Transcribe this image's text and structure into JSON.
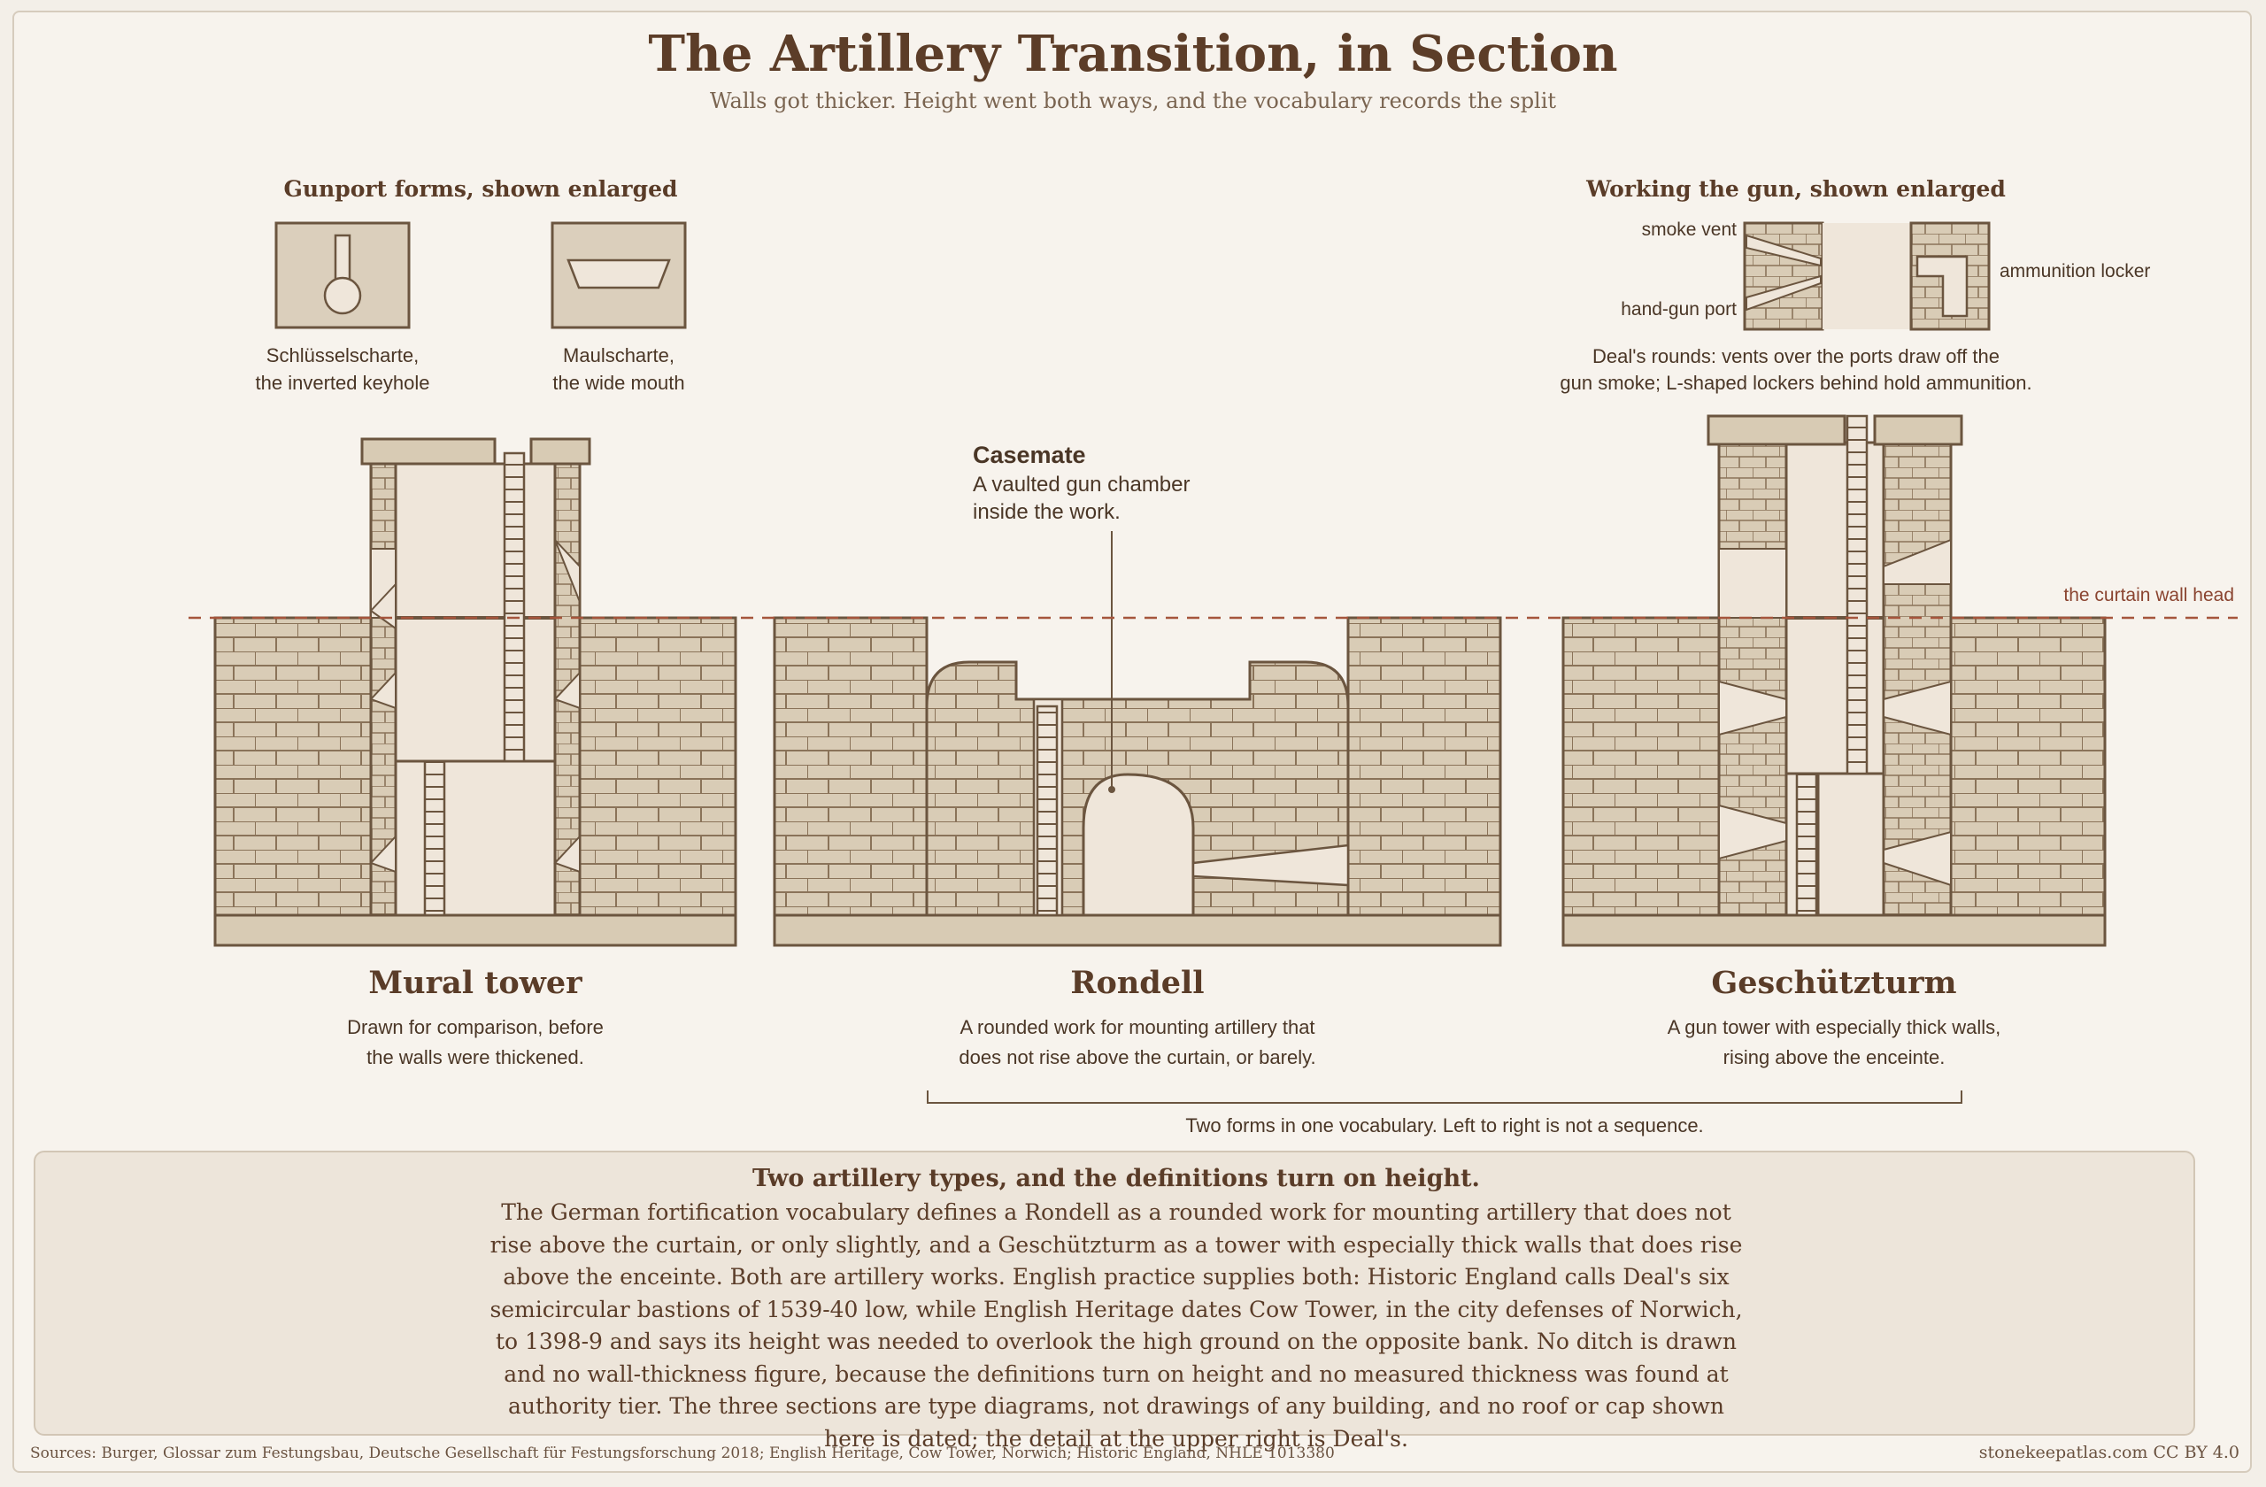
{
  "title": "The Artillery Transition, in Section",
  "subtitle": "Walls got thicker. Height went both ways, and the vocabulary records the split",
  "gunports": {
    "heading": "Gunport forms, shown enlarged",
    "keyhole_label_1": "Schlüsselscharte,",
    "keyhole_label_2": "the inverted keyhole",
    "mouth_label_1": "Maulscharte,",
    "mouth_label_2": "the wide mouth"
  },
  "working": {
    "heading": "Working the gun, shown enlarged",
    "smoke_vent": "smoke vent",
    "hand_gun_port": "hand-gun port",
    "ammunition_locker": "ammunition locker",
    "caption_1": "Deal's rounds: vents over the ports draw off the",
    "caption_2": "gun smoke; L-shaped lockers behind hold ammunition."
  },
  "casemate": {
    "title": "Casemate",
    "line_1": "A vaulted gun chamber",
    "line_2": "inside the work."
  },
  "curtain_label": "the curtain wall head",
  "sections": [
    {
      "name": "Mural tower",
      "desc_1": "Drawn for comparison, before",
      "desc_2": "the walls were thickened."
    },
    {
      "name": "Rondell",
      "desc_1": "A rounded work for mounting artillery that",
      "desc_2": "does not rise above the curtain, or barely."
    },
    {
      "name": "Geschützturm",
      "desc_1": "A gun tower with especially thick walls,",
      "desc_2": "rising above the enceinte."
    }
  ],
  "bracket_note": "Two forms in one vocabulary. Left to right is not a sequence.",
  "note": {
    "title": "Two artillery types, and the definitions turn on height.",
    "body": "The German fortification vocabulary defines a Rondell as a rounded work for mounting artillery that does not rise above the curtain, or only slightly, and a Geschützturm as a tower with especially thick walls that does rise above the enceinte. Both are artillery works. English practice supplies both: Historic England calls Deal's six semicircular bastions of 1539-40 low, while English Heritage dates Cow Tower, in the city defenses of Norwich, to 1398-9 and says its height was needed to overlook the high ground on the opposite bank. No ditch is drawn and no wall-thickness figure, because the definitions turn on height and no measured thickness was found at authority tier. The three sections are type diagrams, not drawings of any building, and no roof or cap shown here is dated; the detail at the upper right is Deal's."
  },
  "footer": {
    "sources": "Sources: Burger, Glossar zum Festungsbau, Deutsche Gesellschaft für Festungsforschung 2018; English Heritage, Cow Tower, Norwich; Historic England, NHLE 1013380",
    "credit": "stonekeepatlas.com CC BY 4.0"
  },
  "colors": {
    "stone": "#d8cbb4",
    "stone_line": "#8a7359",
    "outline": "#6b553f",
    "interior": "#efe6da",
    "curtain_line": "#a5553c",
    "ink": "#5a3c28"
  }
}
